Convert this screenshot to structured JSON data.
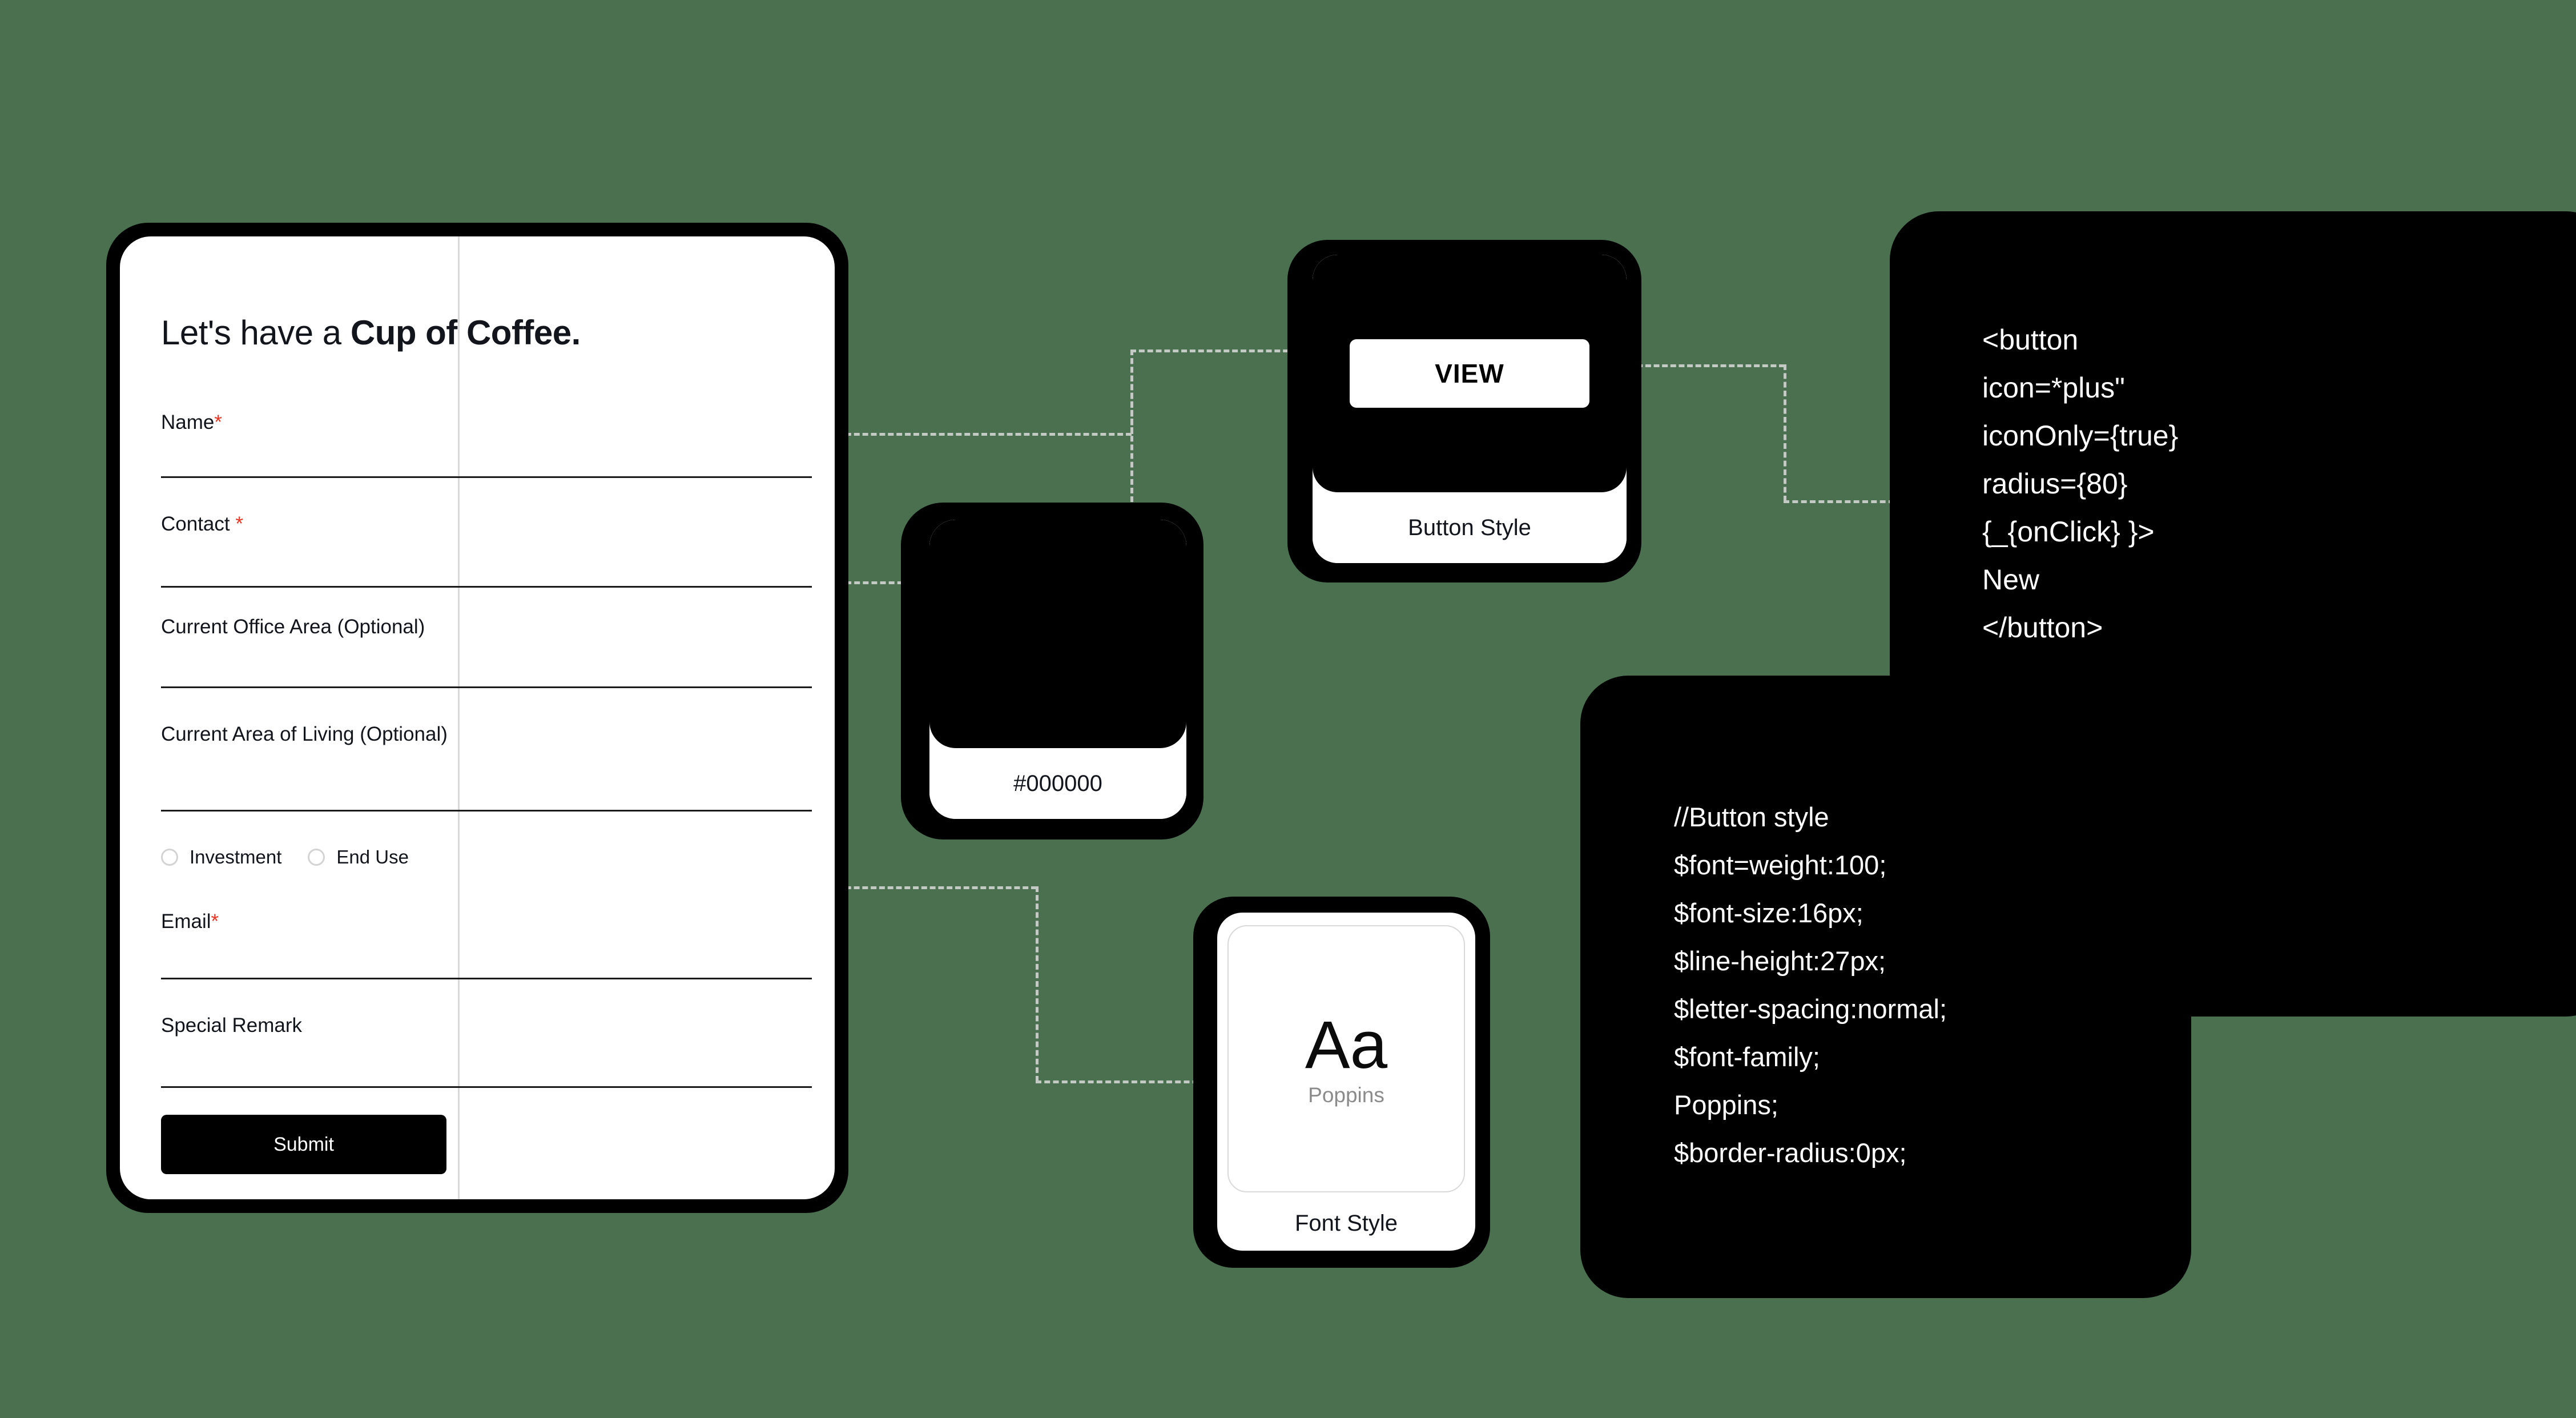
{
  "canvas": {
    "background_color": "#4a7050",
    "connector_color": "#c3c9c3"
  },
  "form_card": {
    "title_plain": "Let's have a ",
    "title_bold": "Cup of Coffee.",
    "required_marker": "*",
    "fields": [
      {
        "label": "Name",
        "required": true
      },
      {
        "label": "Contact ",
        "required": true
      },
      {
        "label": "Current Office Area (Optional)",
        "required": false
      },
      {
        "label": "Current Area of Living (Optional)",
        "required": false
      },
      {
        "label": "Email",
        "required": true
      },
      {
        "label": "Special Remark",
        "required": false
      }
    ],
    "radio_options": [
      {
        "label": "Investment",
        "selected": false
      },
      {
        "label": "End Use",
        "selected": false
      }
    ],
    "submit_label": "Submit"
  },
  "swatch_card": {
    "color_value": "#000000",
    "caption": "#000000"
  },
  "button_card": {
    "button_label": "VIEW",
    "caption": "Button Style"
  },
  "font_card": {
    "sample_glyphs": "Aa",
    "font_name": "Poppins",
    "caption": "Font Style"
  },
  "code_card_top": {
    "lines": [
      "<button",
      "icon=*plus\"",
      "iconOnly={true}",
      "radius={80}",
      "{_{onClick} }>",
      "New",
      "</button>"
    ]
  },
  "code_card_bottom": {
    "lines": [
      "//Button style",
      "$font=weight:100;",
      "$font-size:16px;",
      "$line-height:27px;",
      "$letter-spacing:normal;",
      "$font-family;",
      "Poppins;",
      "$border-radius:0px;"
    ]
  }
}
